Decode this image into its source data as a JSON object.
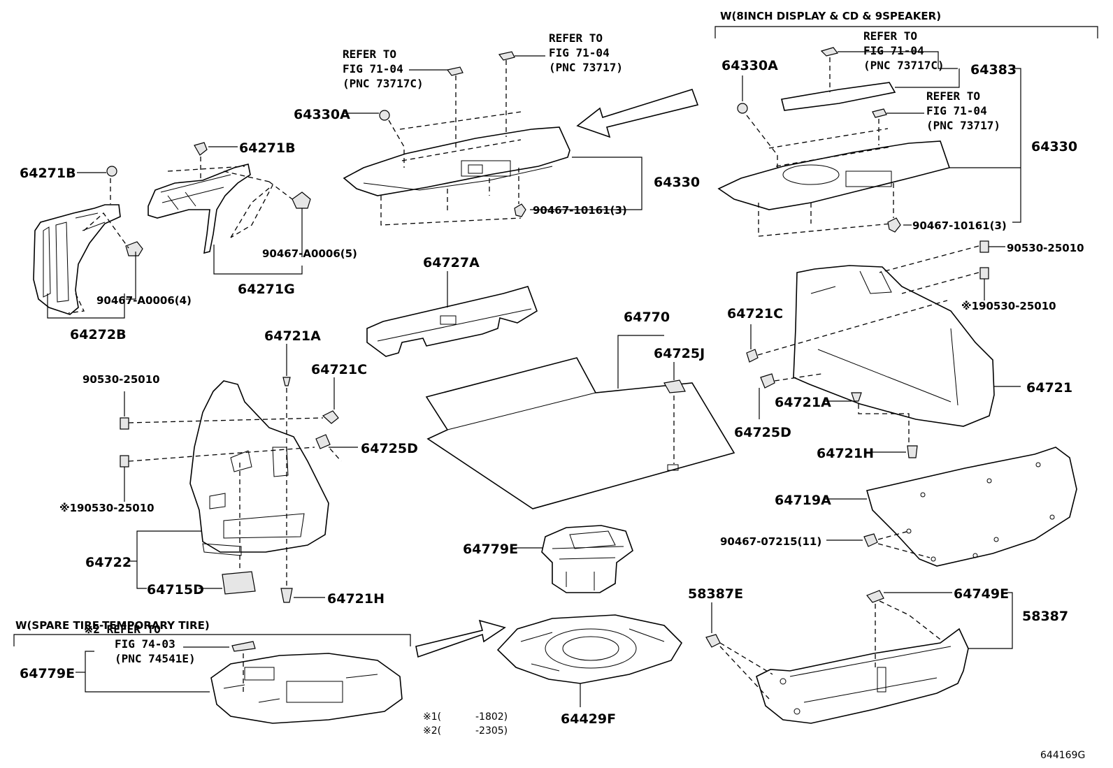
{
  "groups": {
    "display_variant": "W(8INCH DISPLAY & CD & 9SPEAKER)",
    "spare_variant": "W(SPARE TIRE-TEMPORARY TIRE)"
  },
  "refs": {
    "ref_left_1": "REFER TO",
    "ref_left_2": "FIG 71-04",
    "ref_left_3": "(PNC 73717C)",
    "ref_mid_1": "REFER TO",
    "ref_mid_2": "FIG 71-04",
    "ref_mid_3": "(PNC 73717)",
    "ref_r1_1": "REFER TO",
    "ref_r1_2": "FIG 71-04",
    "ref_r1_3": "(PNC 73717C)",
    "ref_r2_1": "REFER TO",
    "ref_r2_2": "FIG 71-04",
    "ref_r2_3": "(PNC 73717)",
    "ref_sp_1": "※2 REFER TO",
    "ref_sp_2": "FIG 74-03",
    "ref_sp_3": "(PNC 74541E)"
  },
  "labels": {
    "p64271B_a": "64271B",
    "p64271B_b": "64271B",
    "p64272B": "64272B",
    "p90467A0006_4": "90467-A0006(4)",
    "p90467A0006_5": "90467-A0006(5)",
    "p64271G": "64271G",
    "p64330A_a": "64330A",
    "p64330_a": "64330",
    "p90467_10161_a": "90467-10161(3)",
    "p64330A_b": "64330A",
    "p64383": "64383",
    "p64330_b": "64330",
    "p90467_10161_b": "90467-10161(3)",
    "p64727A": "64727A",
    "p64770": "64770",
    "p64725J": "64725J",
    "p90530_25010_r": "90530-25010",
    "p190530_25010_r": "※190530-25010",
    "p64721C_r": "64721C",
    "p64721": "64721",
    "p64721A_r": "64721A",
    "p64725D_r": "64725D",
    "p64721H_r": "64721H",
    "p64719A": "64719A",
    "p90467_07215": "90467-07215(11)",
    "p90530_25010_l": "90530-25010",
    "p64721A_l": "64721A",
    "p64721C_l": "64721C",
    "p64725D_l": "64725D",
    "p190530_25010_l": "※190530-25010",
    "p64722": "64722",
    "p64715D": "64715D",
    "p64721H_l": "64721H",
    "p64779E_a": "64779E",
    "p64779E_b": "64779E",
    "p64429F": "64429F",
    "p58387E": "58387E",
    "p64749E": "64749E",
    "p58387": "58387"
  },
  "notes": {
    "note1_mark": "※1(",
    "note1_range": "-1802)",
    "note2_mark": "※2(",
    "note2_range": "-2305)"
  },
  "figure_id": "644169G"
}
